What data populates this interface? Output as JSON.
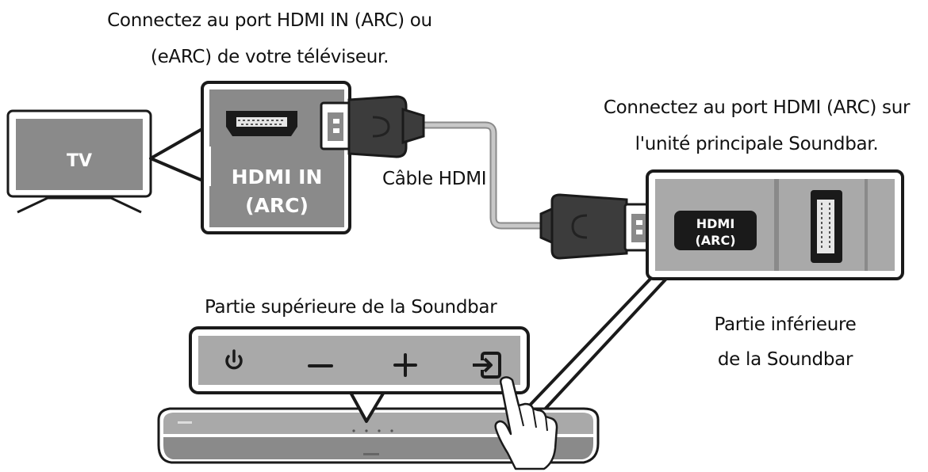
{
  "labels": {
    "tv_port_line1": "Connectez au port HDMI IN (ARC) ou",
    "tv_port_line2": "(eARC) de votre téléviseur.",
    "sb_port_line1": "Connectez au port HDMI (ARC) sur",
    "sb_port_line2": "l'unité principale Soundbar.",
    "cable": "Câble HDMI",
    "top_part": "Partie supérieure de la Soundbar",
    "bottom_part_line1": "Partie inférieure",
    "bottom_part_line2": "de la Soundbar"
  },
  "tv": {
    "text": "TV"
  },
  "tv_port": {
    "line1": "HDMI IN",
    "line2": "(ARC)"
  },
  "soundbar_port": {
    "line1": "HDMI",
    "line2": "(ARC)"
  },
  "buttons": [
    "power-icon",
    "minus-icon",
    "plus-icon",
    "source-icon"
  ],
  "colors": {
    "panel_dark": "#8a8a8a",
    "panel_light": "#a9a9a9",
    "cable": "#bdbdbd",
    "plug": "#3c3c3c",
    "outline": "#1a1a1a"
  }
}
